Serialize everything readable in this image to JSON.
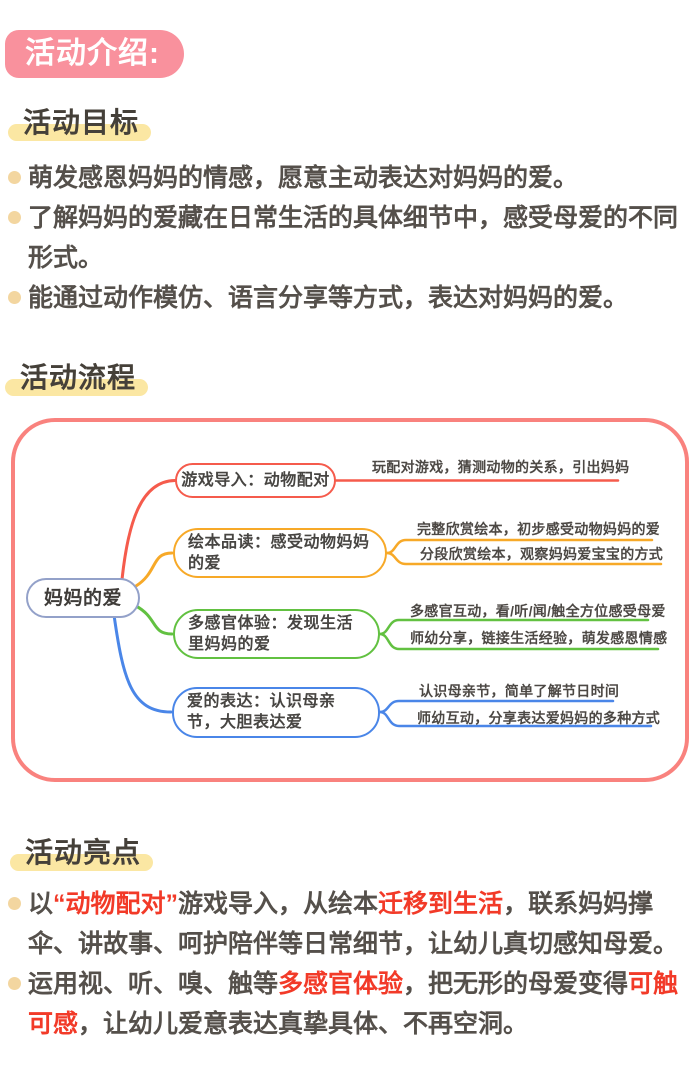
{
  "page_title": {
    "label": "活动介绍:"
  },
  "colors": {
    "badge_pink": "#f9919d",
    "heading_highlight": "#fbe7a3",
    "bullet_dot": "#f3d6a0",
    "body_text": "#55504b",
    "accent_red": "#f23a28",
    "map_border": "#f9827e",
    "branch_red": "#f55b4c",
    "branch_yellow": "#f7a928",
    "branch_green": "#62c141",
    "branch_blue": "#4a86e8",
    "root_border": "#93a1c9"
  },
  "goals": {
    "heading": "活动目标",
    "items": [
      {
        "lines": [
          "萌发感恩妈妈的情感，愿意主动表达对妈妈的爱。"
        ]
      },
      {
        "lines": [
          "了解妈妈的爱藏在日常生活的具体细节中，感受母爱的不同",
          "形式。"
        ]
      },
      {
        "lines": [
          "能通过动作模仿、语言分享等方式，表达对妈妈的爱。"
        ]
      }
    ]
  },
  "flow": {
    "heading": "活动流程",
    "mindmap": {
      "root": "妈妈的爱",
      "branches": [
        {
          "label": "游戏导入：动物配对",
          "color": "#f55b4c",
          "children": [
            "玩配对游戏，猜测动物的关系，引出妈妈"
          ]
        },
        {
          "label": "绘本品读：感受动物妈妈的爱",
          "color": "#f7a928",
          "children": [
            "完整欣赏绘本，初步感受动物妈妈的爱",
            "分段欣赏绘本，观察妈妈爱宝宝的方式"
          ]
        },
        {
          "label": "多感官体验：发现生活里妈妈的爱",
          "color": "#62c141",
          "children": [
            "多感官互动，看/听/闻/触全方位感受母爱",
            "师幼分享，链接生活经验，萌发感恩情感"
          ]
        },
        {
          "label": "爱的表达：认识母亲节，大胆表达爱",
          "color": "#4a86e8",
          "children": [
            "认识母亲节，简单了解节日时间",
            "师幼互动，分享表达爱妈妈的多种方式"
          ]
        }
      ]
    }
  },
  "highlights": {
    "heading": "活动亮点",
    "items": [
      {
        "lines": [
          [
            {
              "t": "以"
            },
            {
              "t": "“动物配对”",
              "red": true
            },
            {
              "t": "游戏导入，从绘本"
            },
            {
              "t": "迁移到生活",
              "red": true
            },
            {
              "t": "，联系妈妈撑"
            }
          ],
          [
            {
              "t": "伞、讲故事、呵护陪伴等日常细节，让幼儿真切感知母爱。"
            }
          ]
        ]
      },
      {
        "lines": [
          [
            {
              "t": "运用视、听、嗅、触等"
            },
            {
              "t": "多感官体验",
              "red": true
            },
            {
              "t": "，把无形的母爱变得"
            },
            {
              "t": "可触",
              "red": true
            }
          ],
          [
            {
              "t": "可感",
              "red": true
            },
            {
              "t": "，让幼儿爱意表达真挚具体、不再空洞。"
            }
          ]
        ]
      }
    ]
  }
}
